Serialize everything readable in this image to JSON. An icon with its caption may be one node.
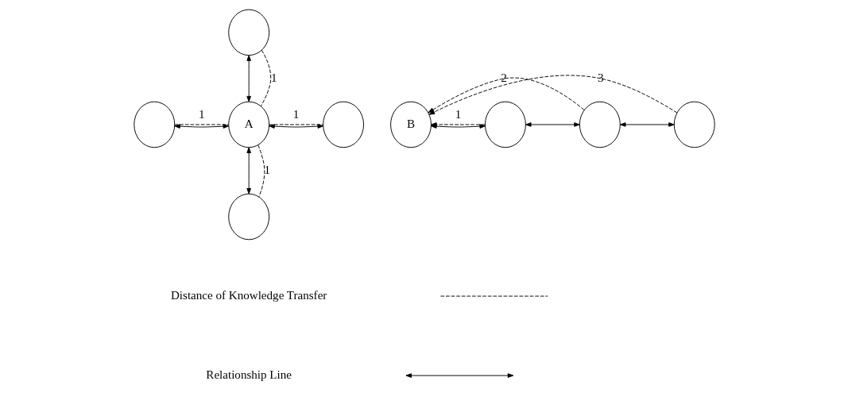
{
  "diagram": {
    "nodes": [
      {
        "text": [
          "A"
        ]
      },
      {
        "text": [],
        "shape": "circle"
      },
      {
        "text": [],
        "shape": "circle"
      },
      {
        "text": [],
        "shape": "circle"
      },
      {
        "text": [],
        "shape": "circle"
      },
      {
        "text": [
          "B"
        ]
      },
      {
        "text": [],
        "shape": "circle"
      },
      {
        "text": [],
        "shape": "circle"
      },
      {
        "text": [],
        "shape": "circle"
      }
    ],
    "edges": [
      {
        "from": 1,
        "to": 0,
        "arrow": "both"
      },
      {
        "from": 2,
        "to": 0,
        "arrow": "both"
      },
      {
        "from": 0,
        "to": 3,
        "arrow": "both"
      },
      {
        "from": 0,
        "to": 4,
        "arrow": "both"
      },
      {
        "from": 1,
        "to": 0,
        "arrow": "none",
        "style": "dashed",
        "label": "1"
      },
      {
        "from": 2,
        "to": 0,
        "arrow": "none",
        "style": "dashed",
        "label": "1"
      },
      {
        "from": 0,
        "to": 3,
        "arrow": "none",
        "style": "dashed",
        "label": "1"
      },
      {
        "from": 0,
        "to": 4,
        "arrow": "none",
        "style": "dashed",
        "label": "1"
      },
      {
        "from": 5,
        "to": 6,
        "arrow": "both"
      },
      {
        "from": 6,
        "to": 7,
        "arrow": "both"
      },
      {
        "from": 7,
        "to": 8,
        "arrow": "both"
      },
      {
        "from": 6,
        "to": 5,
        "arrow": "to",
        "style": "dashed",
        "label": "1"
      },
      {
        "from": 7,
        "to": 5,
        "arrow": "to",
        "style": "dashed",
        "label": "2"
      },
      {
        "from": 8,
        "to": 5,
        "arrow": "to",
        "style": "dashed",
        "label": "3"
      }
    ],
    "legend": [
      {
        "text": "Distance of Knowledge Transfer"
      },
      {
        "text": "Relationship Line"
      }
    ]
  }
}
